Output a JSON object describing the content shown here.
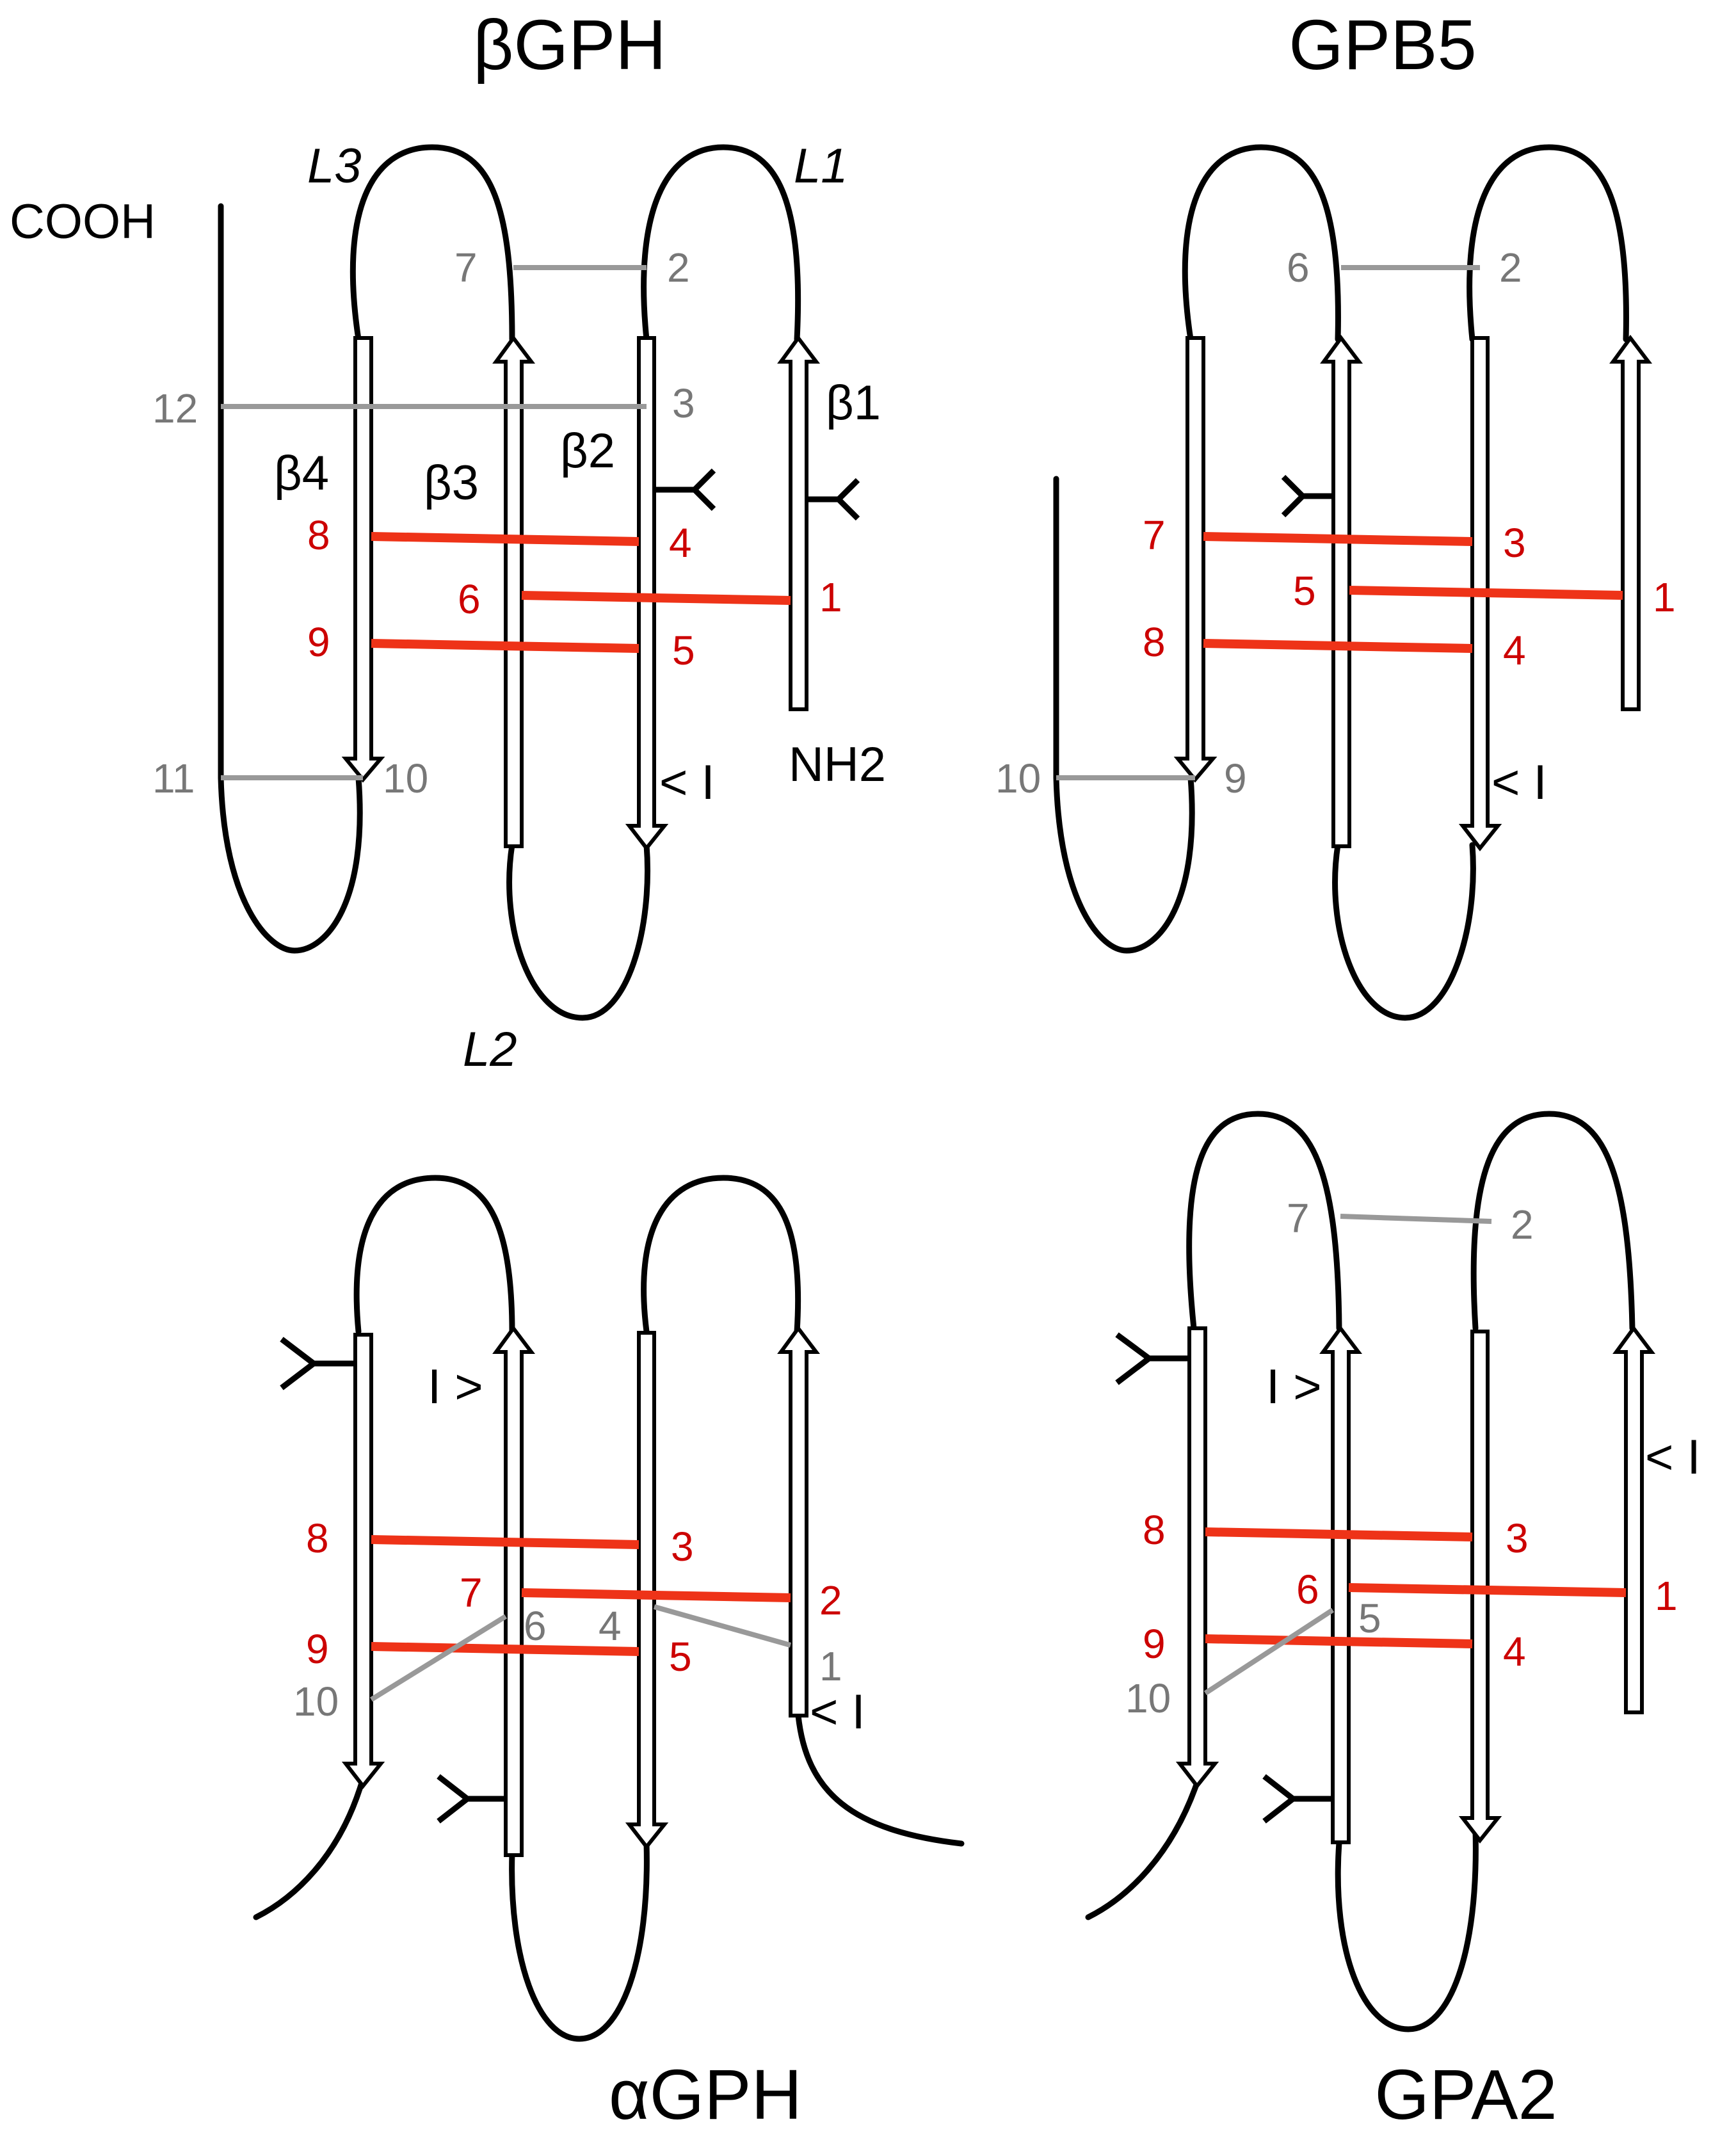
{
  "colors": {
    "ink": "#000000",
    "disulfide_conserved": "#ee3318",
    "disulfide_other": "#999999",
    "label_red": "#cc0000",
    "label_gray": "#777777"
  },
  "panels": {
    "beta_gph": {
      "title": "βGPH",
      "labels": {
        "cooh": "COOH",
        "nh2": "NH2",
        "l1": "L1",
        "l2": "L2",
        "l3": "L3",
        "b1": "β1",
        "b2": "β2",
        "b3": "β3",
        "b4": "β4",
        "intron": "< I"
      },
      "cys": {
        "c1": "1",
        "c2": "2",
        "c3": "3",
        "c4": "4",
        "c5": "5",
        "c6": "6",
        "c7": "7",
        "c8": "8",
        "c9": "9",
        "c10": "10",
        "c11": "11",
        "c12": "12"
      }
    },
    "gpb5": {
      "title": "GPB5",
      "labels": {
        "intron": "< I"
      },
      "cys": {
        "c1": "1",
        "c2": "2",
        "c3": "3",
        "c4": "4",
        "c5": "5",
        "c6": "6",
        "c7": "7",
        "c8": "8",
        "c9": "9",
        "c10": "10"
      }
    },
    "alpha_gph": {
      "title": "αGPH",
      "labels": {
        "intron_a": "I >",
        "intron_b": "< I"
      },
      "cys": {
        "c1": "1",
        "c2": "2",
        "c3": "3",
        "c4": "4",
        "c5": "5",
        "c6": "6",
        "c7": "7",
        "c8": "8",
        "c9": "9",
        "c10": "10"
      }
    },
    "gpa2": {
      "title": "GPA2",
      "labels": {
        "intron_a": "I >",
        "intron_b": "< I"
      },
      "cys": {
        "c1": "1",
        "c2": "2",
        "c3": "3",
        "c4": "4",
        "c5": "5",
        "c6": "6",
        "c7": "7",
        "c8": "8",
        "c9": "9",
        "c10": "10"
      }
    }
  }
}
